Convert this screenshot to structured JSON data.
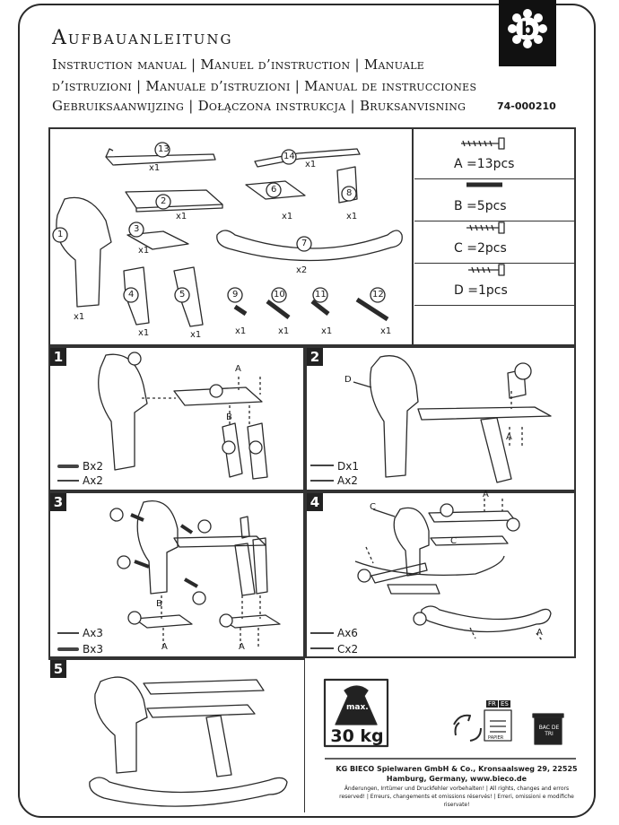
{
  "header": {
    "title": "Aufbauanleitung",
    "subtitle_line1": "Instruction manual | Manuel d’instruction | Manuale",
    "subtitle_line2": "d’istruzioni  | Manuale d’istruzioni | Manual de instrucciones",
    "subtitle_line3": "Gebruiksaanwijzing | Dołączona instrukcja | Bruksanvisning",
    "article_number": "74-000210",
    "logo_letter": "b"
  },
  "parts": {
    "labels": [
      "13",
      "14",
      "2",
      "6",
      "8",
      "1",
      "3",
      "7",
      "4",
      "5",
      "9",
      "10",
      "11",
      "12"
    ],
    "counts": {
      "p13": "x1",
      "p14": "x1",
      "p2": "x1",
      "p6": "x1",
      "p8": "x1",
      "p1": "x1",
      "p3": "x1",
      "p7": "x2",
      "p4": "x1",
      "p5": "x1",
      "p9": "x1",
      "p10": "x1",
      "p11": "x1",
      "p12": "x1"
    }
  },
  "hardware": [
    {
      "label": "A =13pcs"
    },
    {
      "label": "B =5pcs"
    },
    {
      "label": "C =2pcs"
    },
    {
      "label": "D =1pcs"
    }
  ],
  "steps": {
    "s1": {
      "number": "1",
      "legend": [
        "Bx2",
        "Ax2"
      ]
    },
    "s2": {
      "number": "2",
      "legend": [
        "Dx1",
        "Ax2"
      ]
    },
    "s3": {
      "number": "3",
      "legend": [
        "Ax3",
        "Bx3"
      ]
    },
    "s4": {
      "number": "4",
      "legend": [
        "Ax6",
        "Cx2"
      ]
    },
    "s5": {
      "number": "5"
    }
  },
  "diagram_labels": {
    "A": "A",
    "B": "B",
    "C": "C",
    "D": "D"
  },
  "weight": {
    "max_label": "max.",
    "value": "30 kg"
  },
  "recycle": {
    "fr": "FR",
    "es": "ES",
    "paper": "PAPIER",
    "bac": "BAC DE TRI"
  },
  "footer": {
    "company": "KG BIECO Spielwaren GmbH & Co., Kronsaalsweg 29, 22525",
    "city": "Hamburg, Germany, www.bieco.de",
    "disclaimer1": "Änderungen, Irrtümer und Druckfehler vorbehalten! | All rights, changes and errors",
    "disclaimer2": "reserved! | Erreurs, changements et omissions réservés! | Erreri, omissioni e modifiche",
    "disclaimer3": "riservate!"
  },
  "colors": {
    "line": "#2a2a2a",
    "stepbox": "#222222",
    "logo": "#111111"
  }
}
